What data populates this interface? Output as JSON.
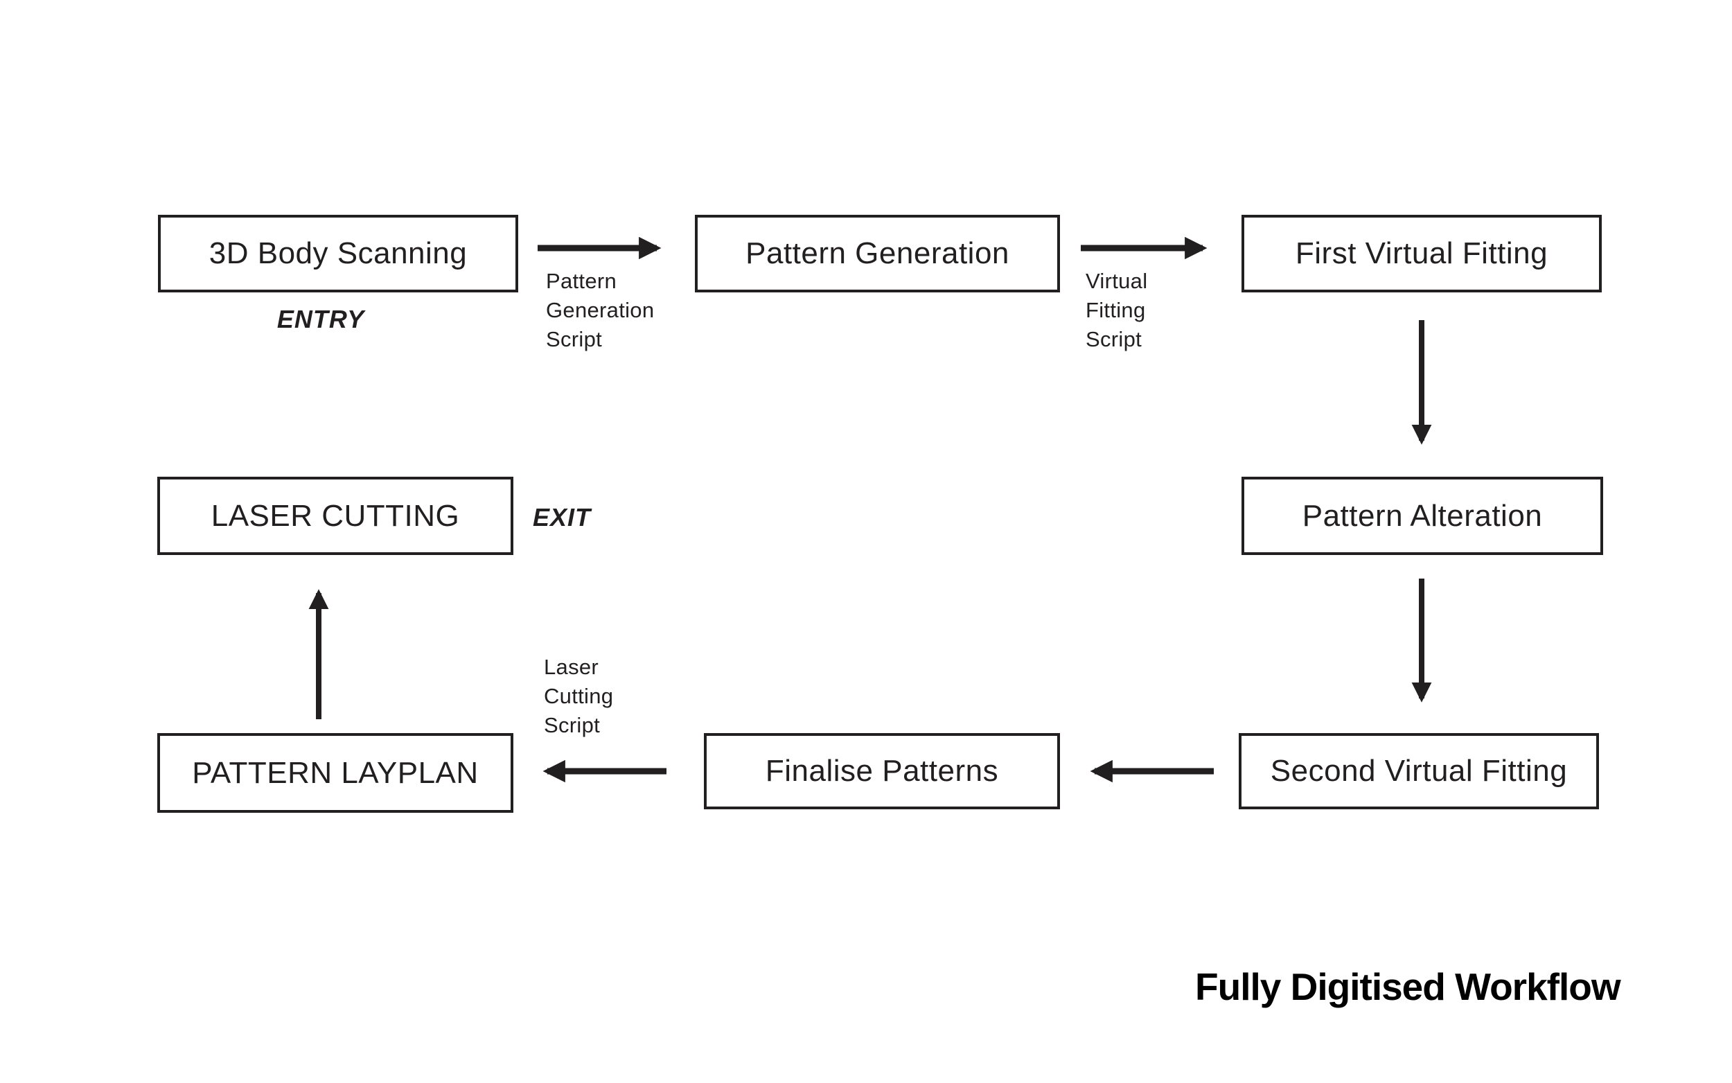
{
  "canvas": {
    "background_color": "#ffffff",
    "ink_color": "#221f20"
  },
  "title": "Fully Digitised Workflow",
  "nodes": [
    {
      "label": "3D Body Scanning"
    },
    {
      "label": "Pattern Generation"
    },
    {
      "label": "First Virtual Fitting"
    },
    {
      "label": "Pattern Alteration"
    },
    {
      "label": "Second Virtual Fitting"
    },
    {
      "label": "Finalise Patterns"
    },
    {
      "label": "PATTERN LAYPLAN"
    },
    {
      "label": "LASER CUTTING"
    }
  ],
  "flow_markers": {
    "entry": "ENTRY",
    "exit": "EXIT"
  },
  "edge_labels": {
    "pattern_generation_script": "Pattern\nGeneration\nScript",
    "virtual_fitting_script": "Virtual\nFitting\nScript",
    "laser_cutting_script": "Laser\nCutting\nScript"
  }
}
